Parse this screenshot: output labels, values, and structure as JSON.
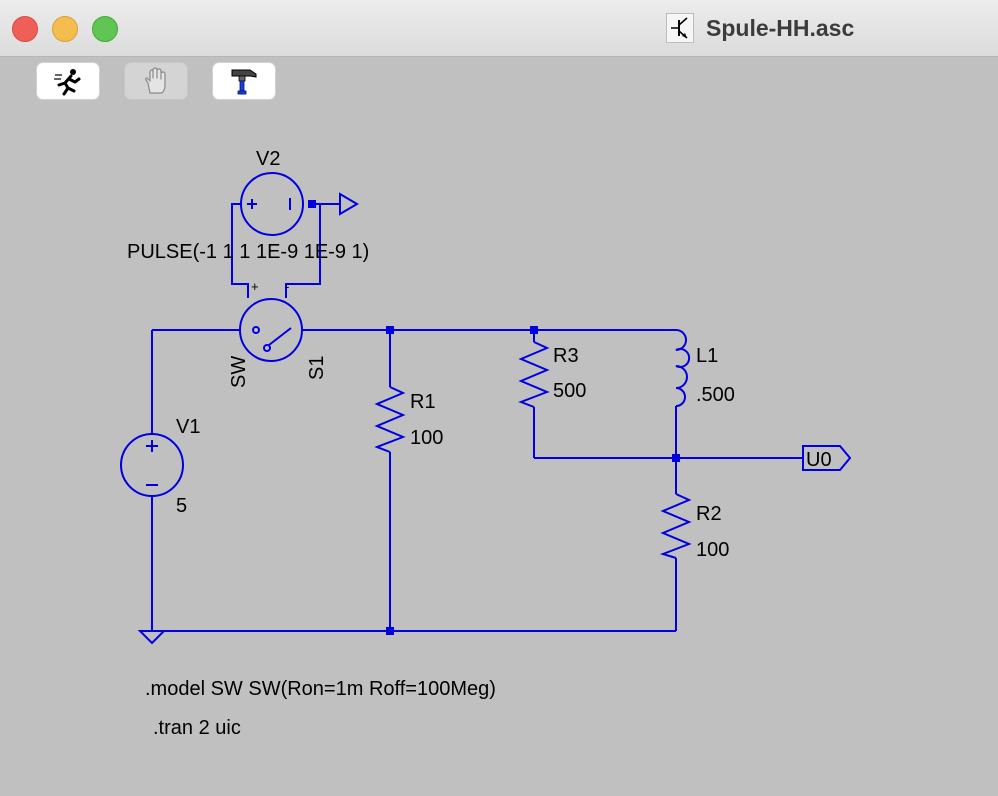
{
  "window": {
    "title": "Spule-HH.asc"
  },
  "toolbar": {
    "buttons": [
      {
        "name": "run-icon",
        "enabled": true
      },
      {
        "name": "hand-icon",
        "enabled": false
      },
      {
        "name": "hammer-icon",
        "enabled": true
      }
    ]
  },
  "schematic": {
    "wire_color": "#0000e0",
    "components": {
      "v2": {
        "ref": "V2",
        "value": "PULSE(-1 1 1 1E-9 1E-9 1)",
        "plus": "+",
        "minus": "-"
      },
      "s1": {
        "ref": "S1",
        "model": "SW"
      },
      "v1": {
        "ref": "V1",
        "value": "5"
      },
      "r1": {
        "ref": "R1",
        "value": "100"
      },
      "r3": {
        "ref": "R3",
        "value": "500"
      },
      "l1": {
        "ref": "L1",
        "value": ".500"
      },
      "r2": {
        "ref": "R2",
        "value": "100"
      }
    },
    "net_label": "U0",
    "directives": {
      "model": ".model SW SW(Ron=1m Roff=100Meg)",
      "tran": ".tran 2 uic"
    }
  }
}
